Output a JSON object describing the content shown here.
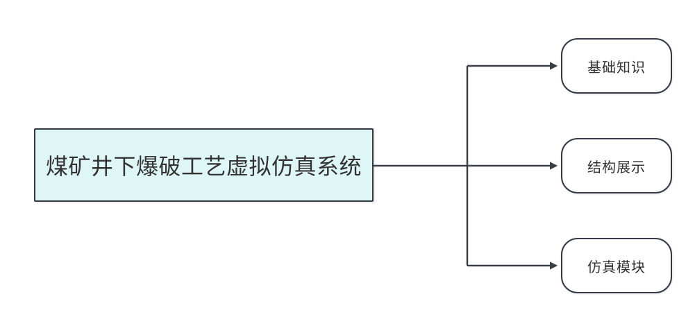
{
  "diagram": {
    "root": {
      "label": "煤矿井下爆破工艺虚拟仿真系统"
    },
    "children": [
      {
        "label": "基础知识"
      },
      {
        "label": "结构展示"
      },
      {
        "label": "仿真模块"
      }
    ],
    "colors": {
      "background": "#ffffff",
      "root_fill": "#dff6f6",
      "node_fill": "#ffffff",
      "border": "#333a45",
      "line": "#3a3f47",
      "text": "#333333"
    }
  }
}
